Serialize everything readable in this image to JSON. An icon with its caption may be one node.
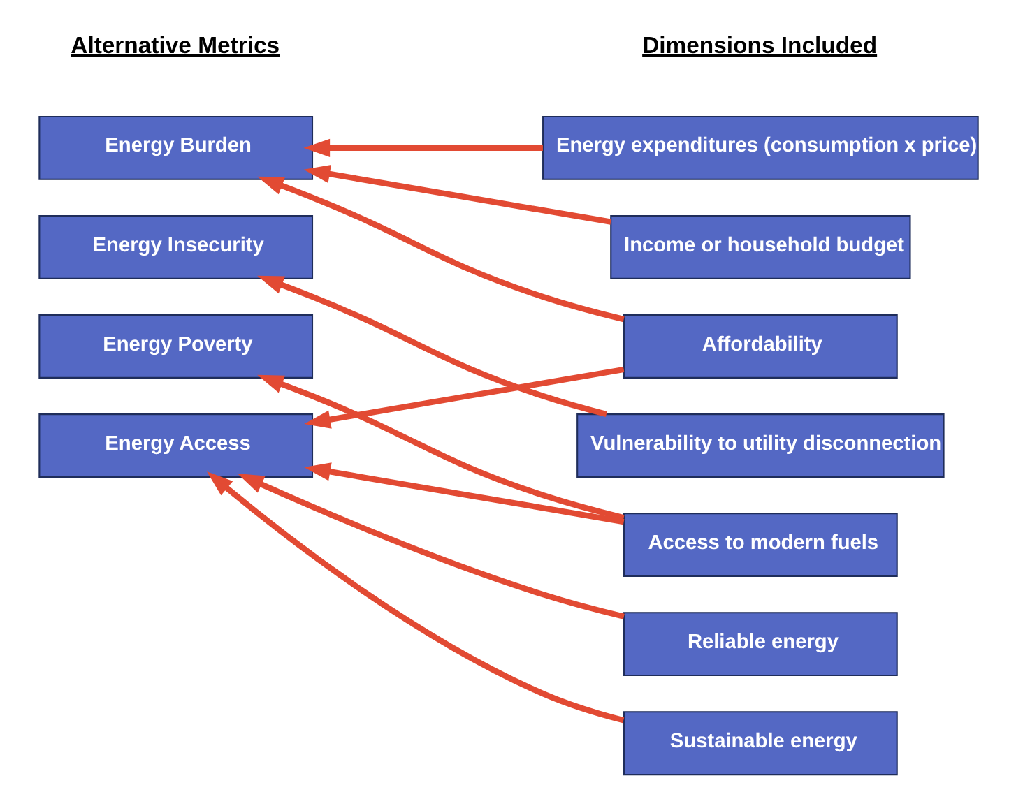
{
  "diagram": {
    "nodes": [
      {
        "text": [
          "Energy Burden"
        ]
      },
      {
        "text": [
          "Energy Insecurity"
        ]
      },
      {
        "text": [
          "Energy Poverty"
        ]
      },
      {
        "text": [
          "Energy Access"
        ]
      },
      {
        "text": [
          "Energy expenditures (consumption x price)"
        ]
      },
      {
        "text": [
          "Income or household budget"
        ]
      },
      {
        "text": [
          "Affordability"
        ]
      },
      {
        "text": [
          "Vulnerability to utility disconnection"
        ]
      },
      {
        "text": [
          "Access to modern fuels"
        ]
      },
      {
        "text": [
          "Reliable energy"
        ]
      },
      {
        "text": [
          "Sustainable energy"
        ]
      }
    ],
    "edges": [
      {
        "from": 4,
        "to": 0,
        "arrow": "to"
      },
      {
        "from": 5,
        "to": 0,
        "arrow": "to"
      },
      {
        "from": 6,
        "to": 0,
        "arrow": "to"
      },
      {
        "from": 6,
        "to": 3,
        "arrow": "to"
      },
      {
        "from": 7,
        "to": 1,
        "arrow": "to"
      },
      {
        "from": 8,
        "to": 2,
        "arrow": "to"
      },
      {
        "from": 8,
        "to": 3,
        "arrow": "to"
      },
      {
        "from": 9,
        "to": 3,
        "arrow": "to"
      },
      {
        "from": 10,
        "to": 3,
        "arrow": "to"
      }
    ],
    "labels": [
      "Alternative Metrics",
      "Dimensions Included"
    ]
  }
}
